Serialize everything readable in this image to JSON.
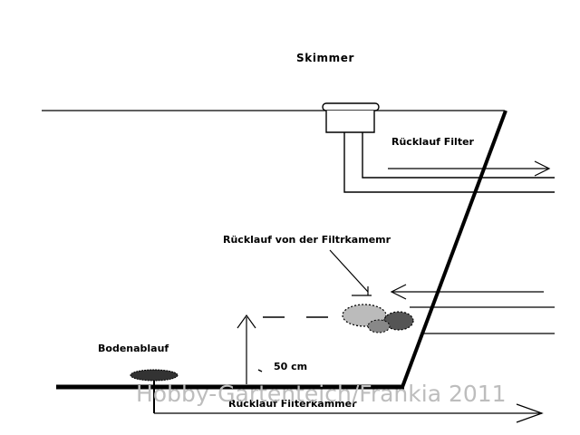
{
  "labels": {
    "skimmer": "Skimmer",
    "ruecklauf_filter": "Rücklauf Filter",
    "ruecklauf_von_filterkammer": "Rücklauf von der Filtrkamemr",
    "bodenablauf": "Bodenablauf",
    "height": "50 cm",
    "ruecklauf_filterkammer": "Rücklauf Filterkammer"
  },
  "watermark": "Hobby-Gartenteich/Frankia 2011",
  "colors": {
    "ink": "#000000",
    "watermark": "#bdbdbd",
    "background": "#ffffff"
  }
}
